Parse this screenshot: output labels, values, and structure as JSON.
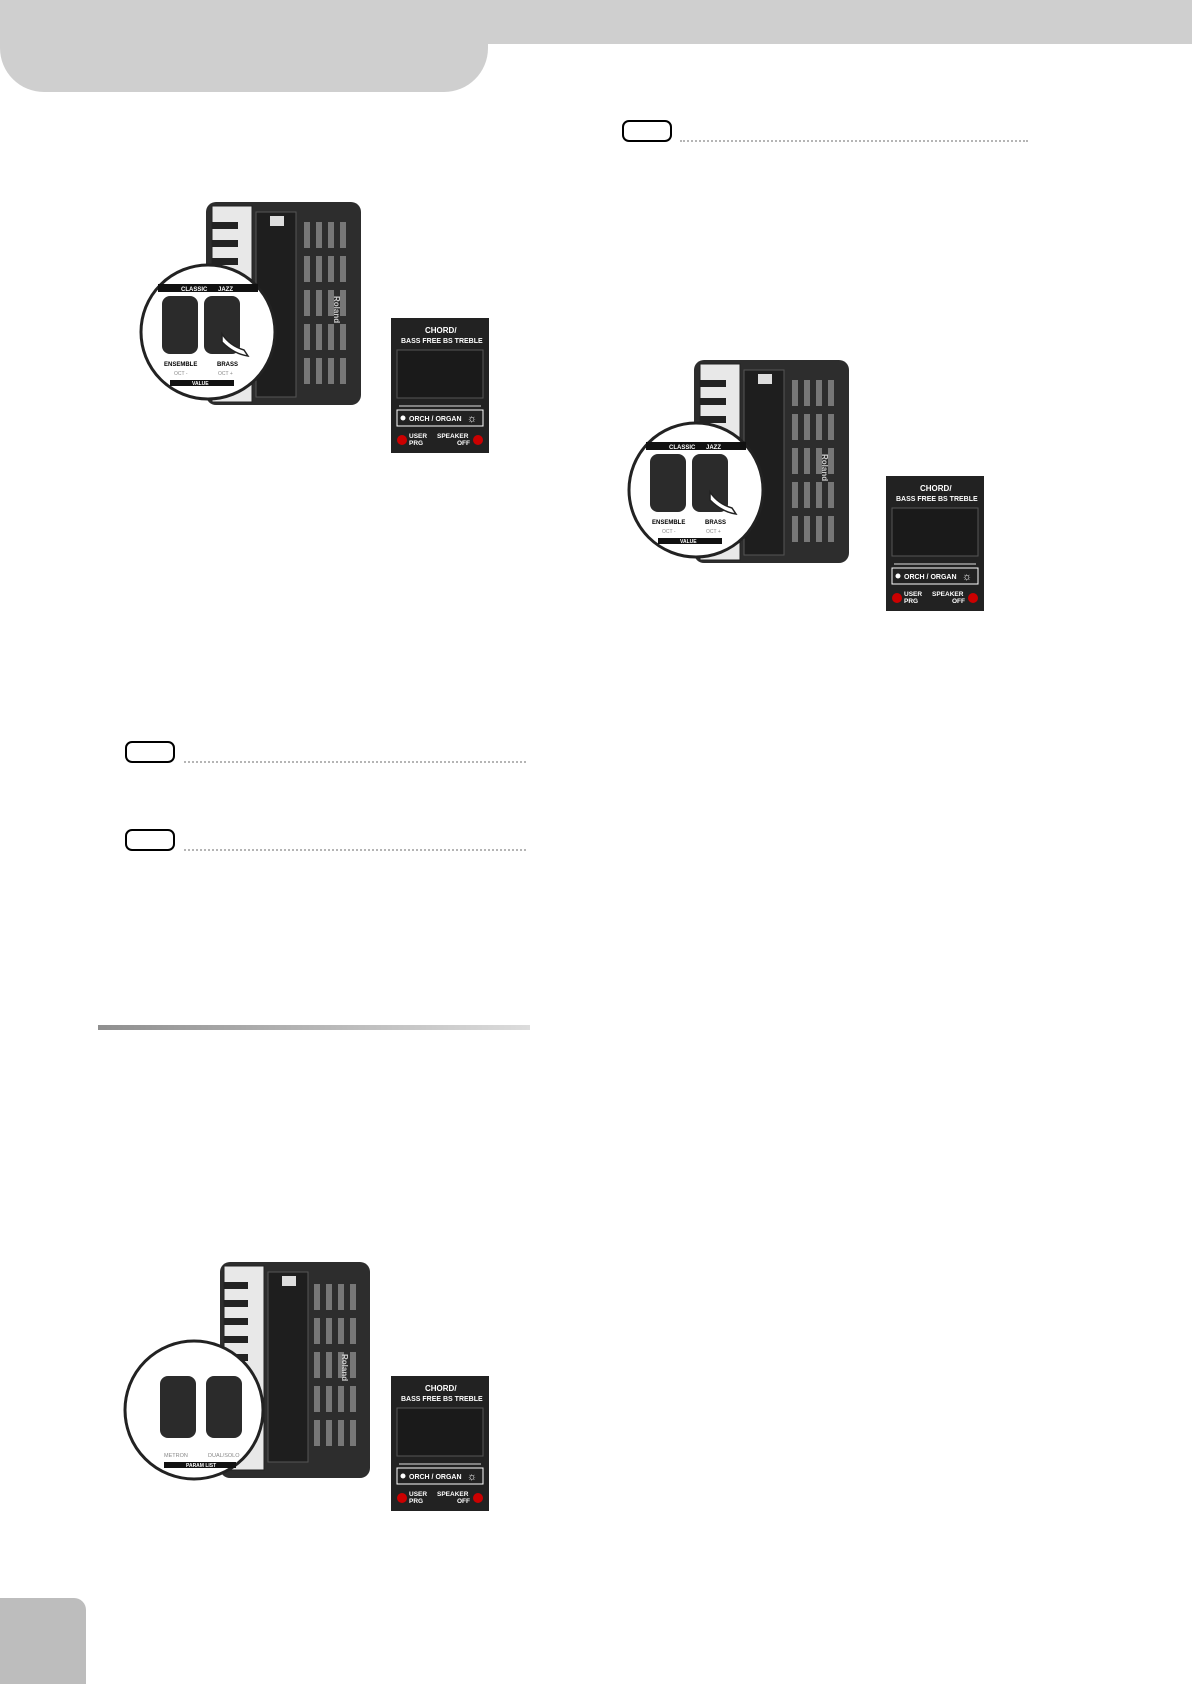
{
  "figures": [
    {
      "id": "fig1",
      "zoom": {
        "left_header": "CLASSIC",
        "right_header": "JAZZ",
        "left_caption": "ENSEMBLE",
        "right_caption": "BRASS",
        "left_sub": "OCT -",
        "right_sub": "OCT +",
        "bar_label": "VALUE"
      },
      "display": {
        "line1": "CHORD/",
        "line2": "BASS  FREE BS TREBLE",
        "status": "ORCH / ORGAN",
        "left_led": "USER",
        "left_led2": "PRG",
        "right_led": "SPEAKER",
        "right_led2": "OFF"
      },
      "brand": "Roland"
    },
    {
      "id": "fig2",
      "zoom": {
        "left_header": "CLASSIC",
        "right_header": "JAZZ",
        "left_caption": "ENSEMBLE",
        "right_caption": "BRASS",
        "left_sub": "OCT -",
        "right_sub": "OCT +",
        "bar_label": "VALUE"
      },
      "display": {
        "line1": "CHORD/",
        "line2": "BASS  FREE BS TREBLE",
        "status": "ORCH / ORGAN",
        "left_led": "USER",
        "left_led2": "PRG",
        "right_led": "SPEAKER",
        "right_led2": "OFF"
      },
      "brand": "Roland"
    },
    {
      "id": "fig3",
      "zoom": {
        "left_header": "",
        "right_header": "",
        "left_caption": "",
        "right_caption": "",
        "left_sub": "METRON",
        "right_sub": "DUAL/SOLO",
        "bar_label": "PARAM LIST"
      },
      "display": {
        "line1": "CHORD/",
        "line2": "BASS  FREE BS TREBLE",
        "status": "ORCH / ORGAN",
        "left_led": "USER",
        "left_led2": "PRG",
        "right_led": "SPEAKER",
        "right_led2": "OFF"
      },
      "brand": "Roland"
    }
  ]
}
